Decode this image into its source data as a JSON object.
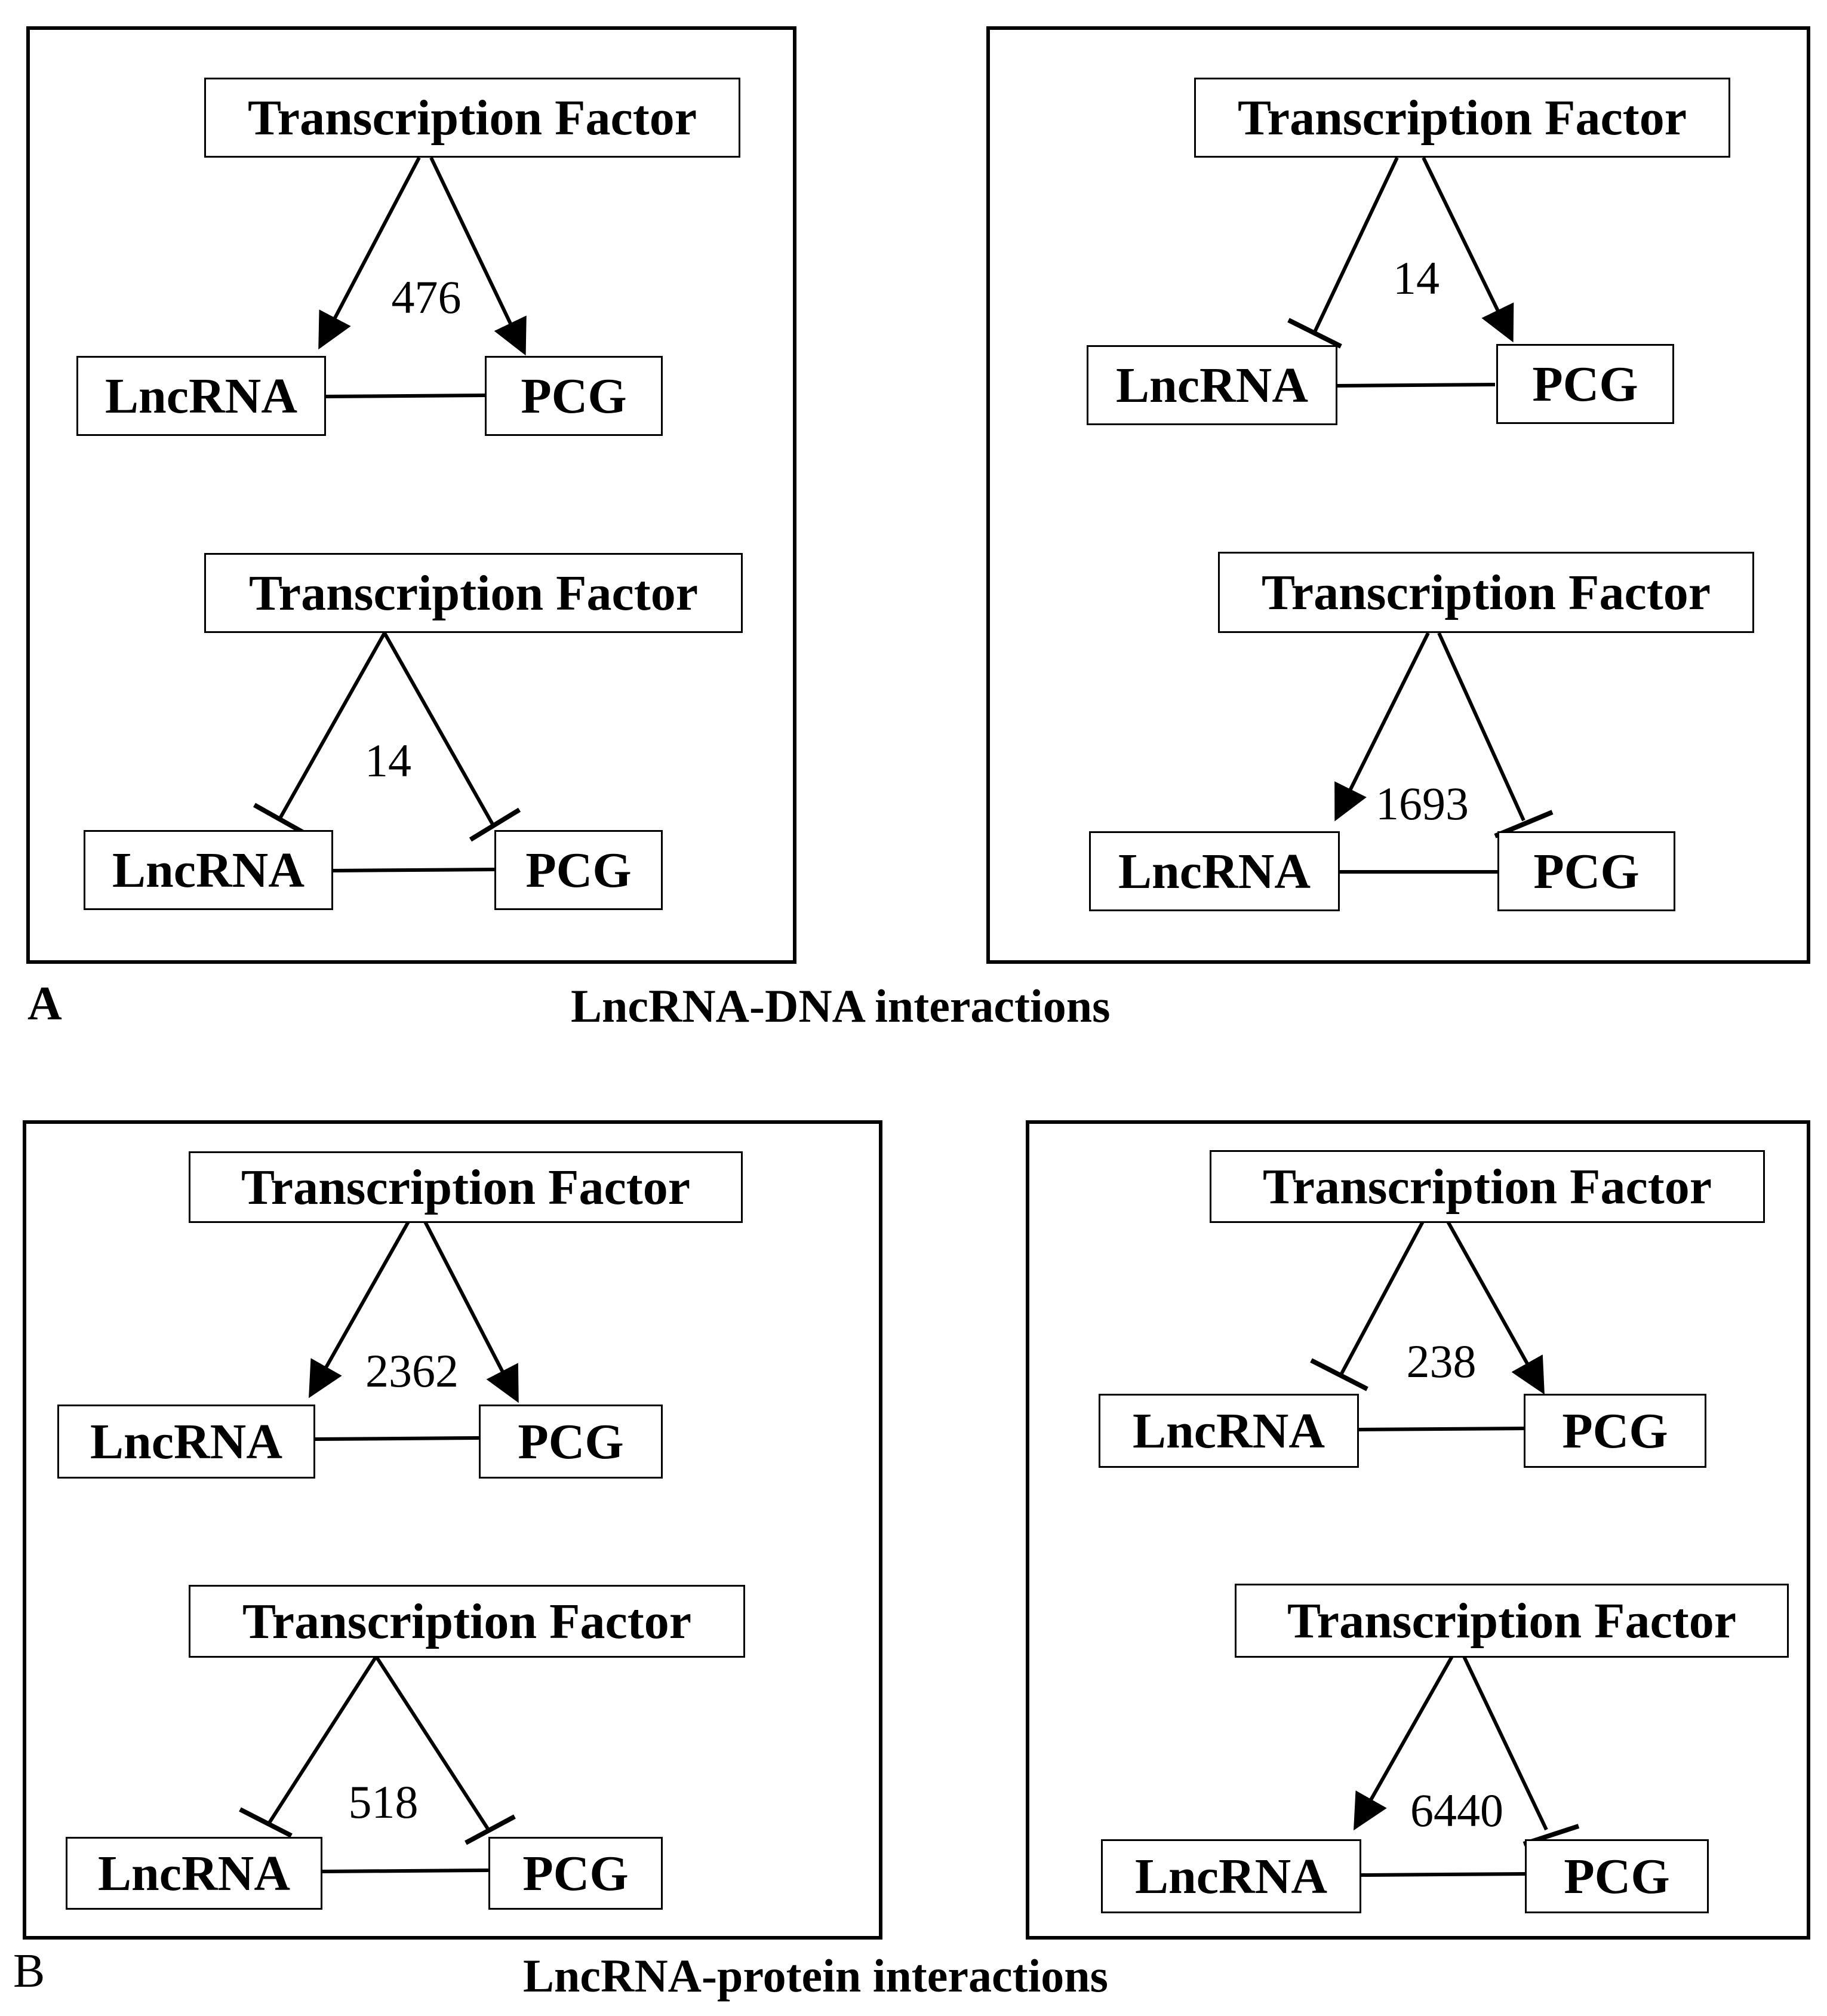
{
  "labels": {
    "tf": "Transcription Factor",
    "lnc": "LncRNA",
    "pcg": "PCG"
  },
  "sections": {
    "A": {
      "letter": "A",
      "caption": "LncRNA-DNA interactions"
    },
    "B": {
      "letter": "B",
      "caption": "LncRNA-protein interactions"
    }
  },
  "motifs": [
    {
      "id": "a1",
      "count": "476",
      "tf_to_lncrna": "activation",
      "tf_to_pcg": "activation"
    },
    {
      "id": "a2",
      "count": "14",
      "tf_to_lncrna": "inhibition",
      "tf_to_pcg": "inhibition"
    },
    {
      "id": "a3",
      "count": "14",
      "tf_to_lncrna": "inhibition",
      "tf_to_pcg": "activation"
    },
    {
      "id": "a4",
      "count": "1693",
      "tf_to_lncrna": "activation",
      "tf_to_pcg": "inhibition"
    },
    {
      "id": "b1",
      "count": "2362",
      "tf_to_lncrna": "activation",
      "tf_to_pcg": "activation"
    },
    {
      "id": "b2",
      "count": "518",
      "tf_to_lncrna": "inhibition",
      "tf_to_pcg": "inhibition"
    },
    {
      "id": "b3",
      "count": "238",
      "tf_to_lncrna": "inhibition",
      "tf_to_pcg": "activation"
    },
    {
      "id": "b4",
      "count": "6440",
      "tf_to_lncrna": "activation",
      "tf_to_pcg": "inhibition"
    }
  ]
}
